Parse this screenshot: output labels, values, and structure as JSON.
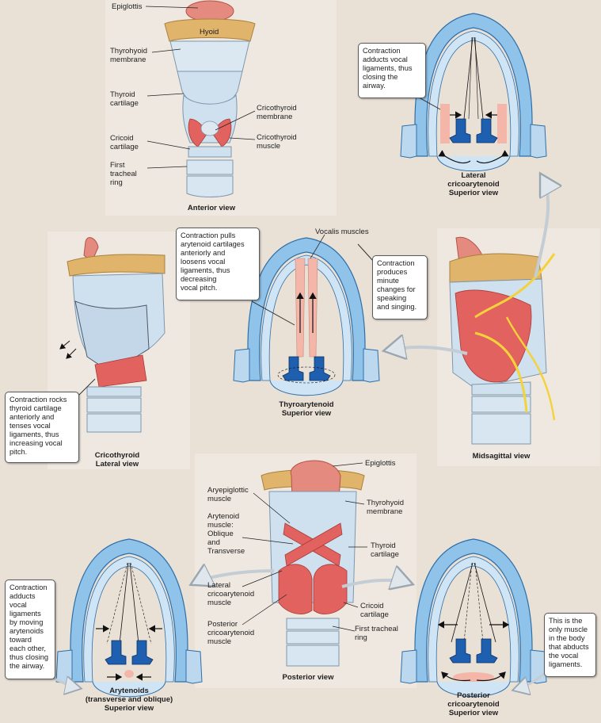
{
  "colors": {
    "background": "#e9e0d6",
    "cartilage": "#cfe0ee",
    "muscle": "#e2625f",
    "hyoid": "#e0b46a",
    "membrane_blue": "#8fc3ea",
    "arytenoid": "#1f5fb0",
    "vocal_fold": "#f4b6a8",
    "nerve": "#f3d23a"
  },
  "anterior": {
    "epiglottis": "Epiglottis",
    "hyoid": "Hyoid",
    "thyrohyoid_membrane": "Thyrohyoid\nmembrane",
    "thyroid_cartilage": "Thyroid\ncartilage",
    "cricothyroid_membrane": "Cricothyroid\nmembrane",
    "cricothyroid_muscle": "Cricothyroid\nmuscle",
    "cricoid_cartilage": "Cricoid\ncartilage",
    "first_tracheal_ring": "First\ntracheal\nring",
    "title": "Anterior view"
  },
  "lateral_cricoarytenoid": {
    "callout": "Contraction\nadducts vocal\nligaments, thus\nclosing the\nairway.",
    "title": "Lateral\ncricoarytenoid\nSuperior view"
  },
  "cricothyroid": {
    "callout": "Contraction rocks\nthyroid cartilage\nanteriorly and\ntenses vocal\nligaments, thus\nincreasing vocal\npitch.",
    "title": "Cricothyroid\nLateral view"
  },
  "thyroarytenoid": {
    "callout_left": "Contraction pulls\narytenoid cartilages\nanteriorly and\nloosens vocal\nligaments, thus\ndecreasing\nvocal pitch.",
    "vocalis": "Vocalis muscles",
    "callout_right": "Contraction\nproduces\nminute\nchanges for\nspeaking\nand singing.",
    "title": "Thyroarytenoid\nSuperior view"
  },
  "midsagittal": {
    "title": "Midsagittal view"
  },
  "posterior": {
    "epiglottis": "Epiglottis",
    "aryepiglottic": "Aryepiglottic\nmuscle",
    "arytenoid_muscle": "Arytenoid\nmuscle:\nOblique\nand\nTransverse",
    "thyrohyoid_membrane": "Thyrohyoid\nmembrane",
    "thyroid_cartilage": "Thyroid\ncartilage",
    "lateral_cricoarytenoid": "Lateral\ncricoarytenoid\nmuscle",
    "posterior_cricoarytenoid": "Posterior\ncricoarytenoid\nmuscle",
    "cricoid_cartilage": "Cricoid\ncartilage",
    "first_tracheal_ring": "First tracheal\nring",
    "title": "Posterior view"
  },
  "arytenoids": {
    "callout": "Contraction\nadducts\nvocal\nligaments\nby moving\narytenoids\ntoward\neach other,\nthus closing\nthe airway.",
    "title": "Arytenoids\n(transverse and oblique)\nSuperior view"
  },
  "posterior_cricoarytenoid": {
    "callout": "This is the\nonly muscle\nin the body\nthat abducts\nthe vocal\nligaments.",
    "title": "Posterior\ncricoarytenoid\nSuperior view"
  }
}
